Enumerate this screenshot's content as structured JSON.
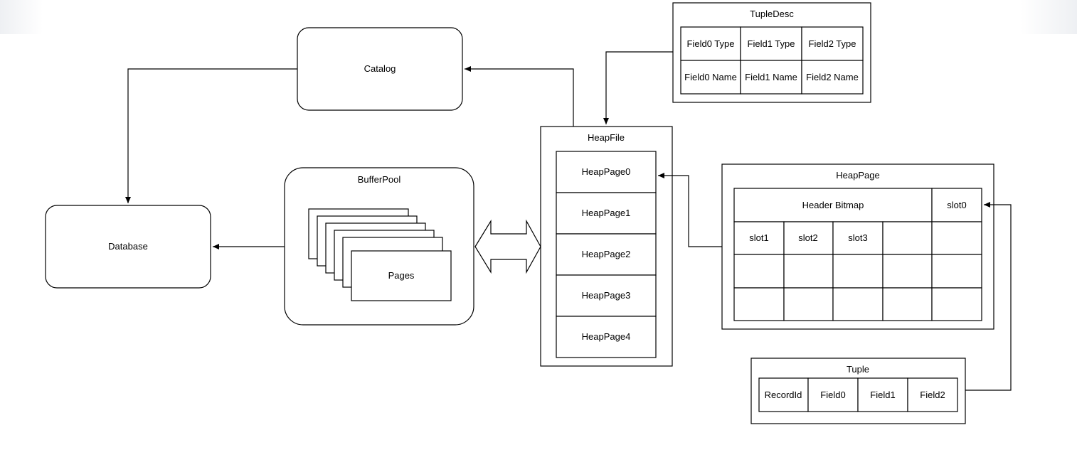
{
  "catalog": {
    "label": "Catalog"
  },
  "database": {
    "label": "Database"
  },
  "buffer_pool": {
    "title": "BufferPool",
    "pages_label": "Pages"
  },
  "heap_file": {
    "title": "HeapFile",
    "pages": [
      "HeapPage0",
      "HeapPage1",
      "HeapPage2",
      "HeapPage3",
      "HeapPage4"
    ]
  },
  "tuple_desc": {
    "title": "TupleDesc",
    "types": [
      "Field0 Type",
      "Field1 Type",
      "Field2 Type"
    ],
    "names": [
      "Field0 Name",
      "Field1 Name",
      "Field2 Name"
    ]
  },
  "heap_page": {
    "title": "HeapPage",
    "header_bitmap": "Header Bitmap",
    "slot0": "slot0",
    "row2": [
      "slot1",
      "slot2",
      "slot3",
      "",
      ""
    ]
  },
  "tuple": {
    "title": "Tuple",
    "fields": [
      "RecordId",
      "Field0",
      "Field1",
      "Field2"
    ]
  }
}
